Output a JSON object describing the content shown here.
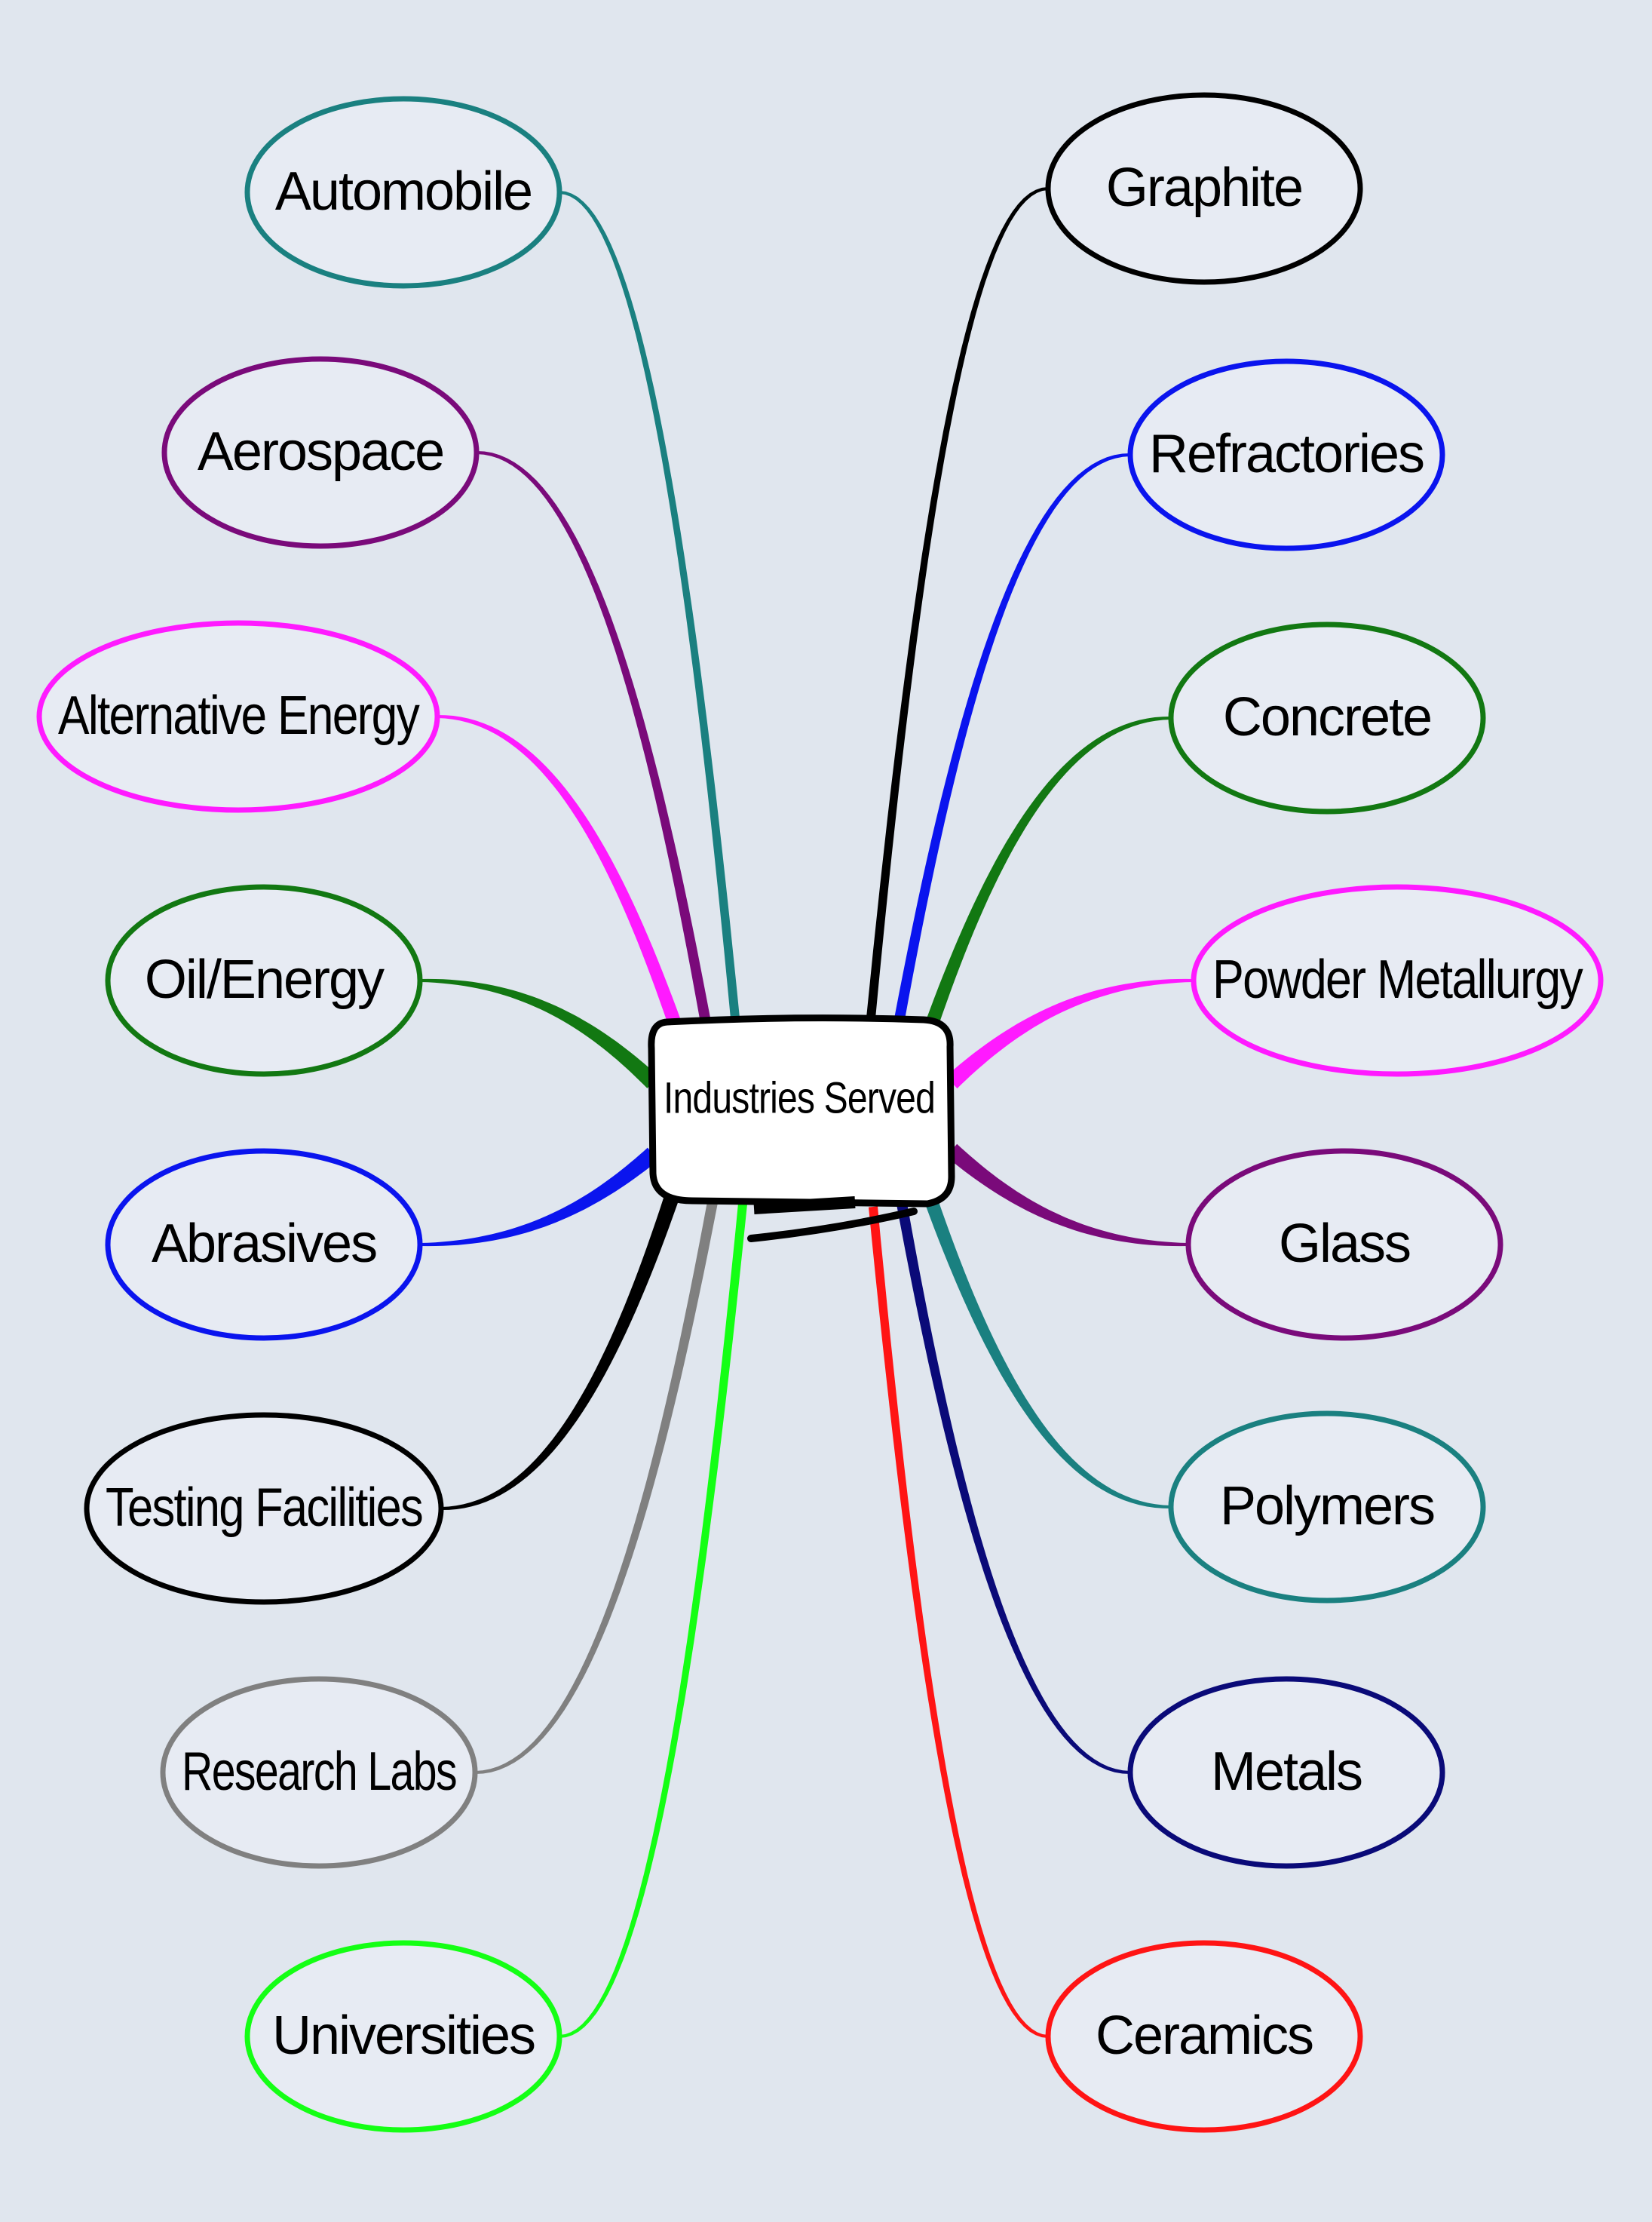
{
  "center": {
    "label": "Industries Served"
  },
  "nodes": [
    {
      "id": "automobile",
      "label": "Automobile",
      "side": "left",
      "color": "#1a8080"
    },
    {
      "id": "aerospace",
      "label": "Aerospace",
      "side": "left",
      "color": "#7a0a7a"
    },
    {
      "id": "alternative-energy",
      "label": "Alternative Energy",
      "side": "left",
      "color": "#ff1aff"
    },
    {
      "id": "oil-energy",
      "label": "Oil/Energy",
      "side": "left",
      "color": "#127812"
    },
    {
      "id": "abrasives",
      "label": "Abrasives",
      "side": "left",
      "color": "#0a14ee"
    },
    {
      "id": "testing-facilities",
      "label": "Testing Facilities",
      "side": "left",
      "color": "#000000"
    },
    {
      "id": "research-labs",
      "label": "Research Labs",
      "side": "left",
      "color": "#808080"
    },
    {
      "id": "universities",
      "label": "Universities",
      "side": "left",
      "color": "#14ff14"
    },
    {
      "id": "graphite",
      "label": "Graphite",
      "side": "right",
      "color": "#000000"
    },
    {
      "id": "refractories",
      "label": "Refractories",
      "side": "right",
      "color": "#0a14ee"
    },
    {
      "id": "concrete",
      "label": "Concrete",
      "side": "right",
      "color": "#127812"
    },
    {
      "id": "powder-metallurgy",
      "label": "Powder Metallurgy",
      "side": "right",
      "color": "#ff1aff"
    },
    {
      "id": "glass",
      "label": "Glass",
      "side": "right",
      "color": "#7a0a7a"
    },
    {
      "id": "polymers",
      "label": "Polymers",
      "side": "right",
      "color": "#1a8080"
    },
    {
      "id": "metals",
      "label": "Metals",
      "side": "right",
      "color": "#0a0a78"
    },
    {
      "id": "ceramics",
      "label": "Ceramics",
      "side": "right",
      "color": "#ff1414"
    }
  ]
}
